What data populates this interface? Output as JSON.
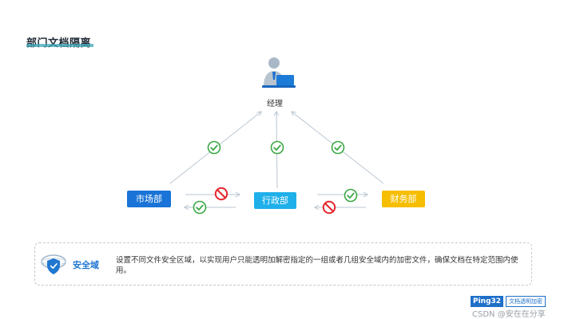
{
  "page": {
    "title": "部门文档隔离"
  },
  "diagram": {
    "manager": {
      "icon": "user-at-laptop-icon",
      "label": "经理"
    },
    "departments": [
      {
        "label": "市场部",
        "color": "#1a73d6"
      },
      {
        "label": "行政部",
        "color": "#1fb0ea"
      },
      {
        "label": "财务部",
        "color": "#f6be00"
      }
    ],
    "status_colors": {
      "allowed": "#3aa845",
      "denied": "#e5252c"
    },
    "connector_color": "#b9c6d2",
    "manager_links": [
      {
        "from": "市场部",
        "to": "经理",
        "status": "allowed"
      },
      {
        "from": "行政部",
        "to": "经理",
        "status": "allowed"
      },
      {
        "from": "财务部",
        "to": "经理",
        "status": "allowed"
      }
    ],
    "peer_links": [
      {
        "from": "市场部",
        "to": "行政部",
        "status": "denied"
      },
      {
        "from": "行政部",
        "to": "市场部",
        "status": "allowed"
      },
      {
        "from": "行政部",
        "to": "财务部",
        "status": "allowed"
      },
      {
        "from": "财务部",
        "to": "行政部",
        "status": "denied"
      }
    ]
  },
  "info": {
    "icon": "shield-icon",
    "heading": "安全域",
    "description": "设置不同文件安全区域，以实现用户只能透明加解密指定的一组或者几组安全域内的加密文件，确保文档在特定范围内使用。"
  },
  "brand": {
    "name": "Ping32",
    "tag": "文档透明加密"
  },
  "watermark": "CSDN @安在在分享"
}
